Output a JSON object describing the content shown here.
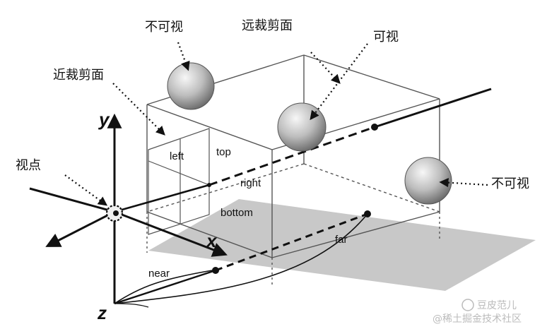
{
  "labels": {
    "not_visible_top": "不可视",
    "far_clip_plane": "远裁剪面",
    "visible": "可视",
    "near_clip_plane": "近裁剪面",
    "viewpoint": "视点",
    "not_visible_right": "不可视",
    "left": "left",
    "top": "top",
    "right": "right",
    "bottom": "bottom",
    "near": "near",
    "far": "far",
    "axis_x": "x",
    "axis_y": "y",
    "axis_z": "z"
  },
  "watermark": "@稀土掘金技术社区",
  "watermark_brand": "豆皮范儿",
  "colors": {
    "ink": "#111111",
    "frustum_line": "#555555",
    "ground_plane": "#c8c8c8",
    "sphere_light": "#f2f2f2",
    "sphere_dark": "#8a8a8a"
  }
}
